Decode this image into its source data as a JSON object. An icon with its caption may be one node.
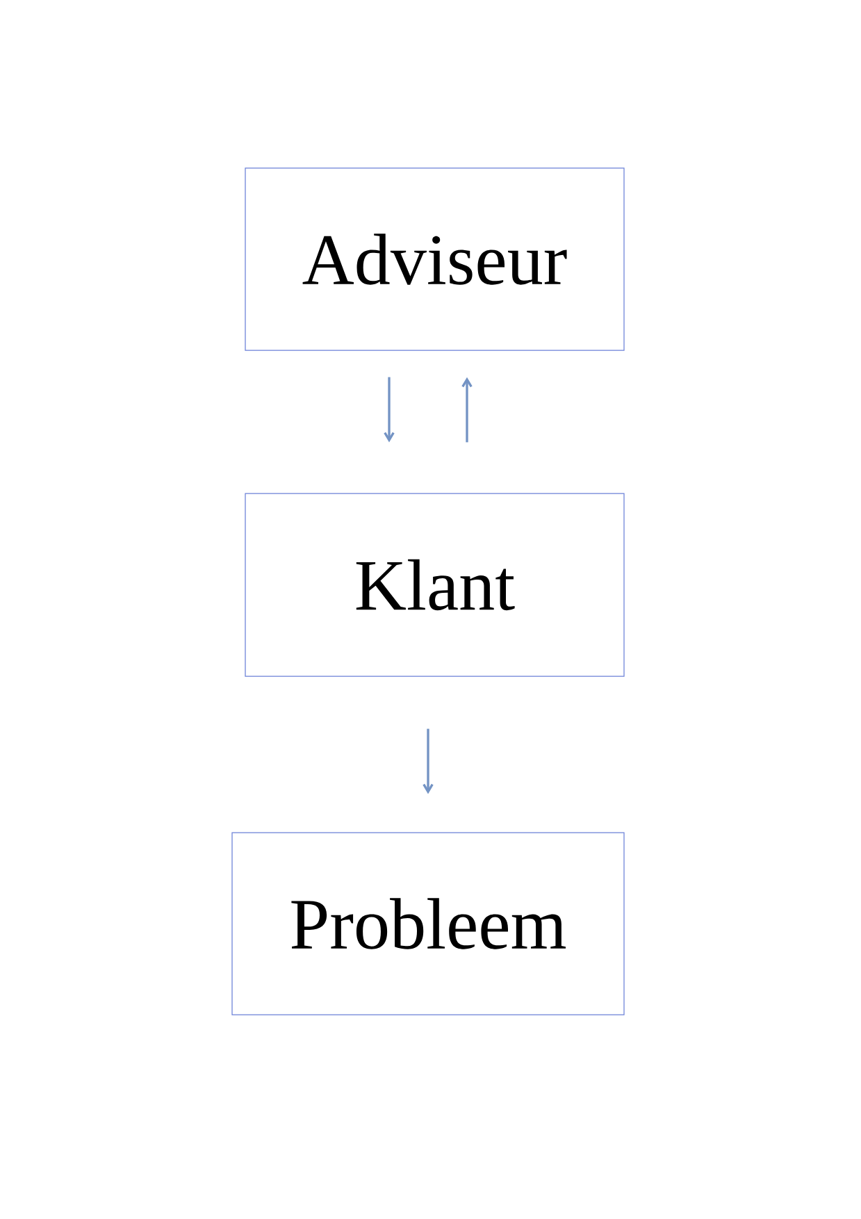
{
  "diagram": {
    "nodes": [
      {
        "text": [
          "Adviseur"
        ]
      },
      {
        "text": [
          "Klant"
        ]
      },
      {
        "text": [
          "Probleem"
        ]
      }
    ],
    "edges": [
      {
        "from": 0,
        "to": 1,
        "arrow": "to"
      },
      {
        "from": 1,
        "to": 0,
        "arrow": "to"
      },
      {
        "from": 1,
        "to": 2,
        "arrow": "to"
      }
    ]
  }
}
